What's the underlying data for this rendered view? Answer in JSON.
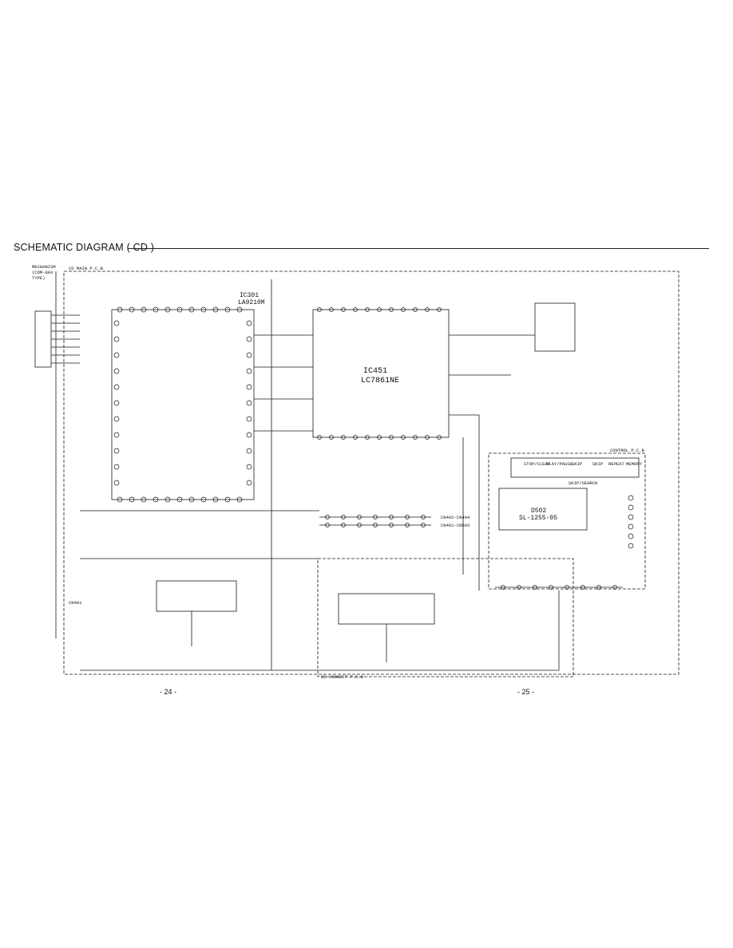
{
  "title": "SCHEMATIC DIAGRAM ( CD )",
  "boards": {
    "cd_main": "CD MAIN P.C.B",
    "control": "CONTROL P.C.B",
    "cd_connect": "CD CONNECT P.C.B",
    "pickup": "MECHANISM (CDM-8A3 TYPE)"
  },
  "chips": {
    "ic301_ref": "IC301",
    "ic301_part": "LA9210M",
    "ic451_ref": "IC451",
    "ic451_part": "LC7861NE",
    "display_ref": "D502",
    "display_part": "SL-1255-05"
  },
  "connectors": {
    "cn402": "CN402-CN404",
    "cn401": "CN401-CN503",
    "cn401_left": "CN401"
  },
  "keys": [
    "STOP/CLEAR",
    "PLAY/PAUSE",
    "SKIP",
    "SKIP",
    "REPEAT",
    "MEMORY"
  ],
  "skip_search": "SKIP/SEARCH",
  "pages": {
    "left": "- 24 -",
    "right": "- 25 -"
  }
}
